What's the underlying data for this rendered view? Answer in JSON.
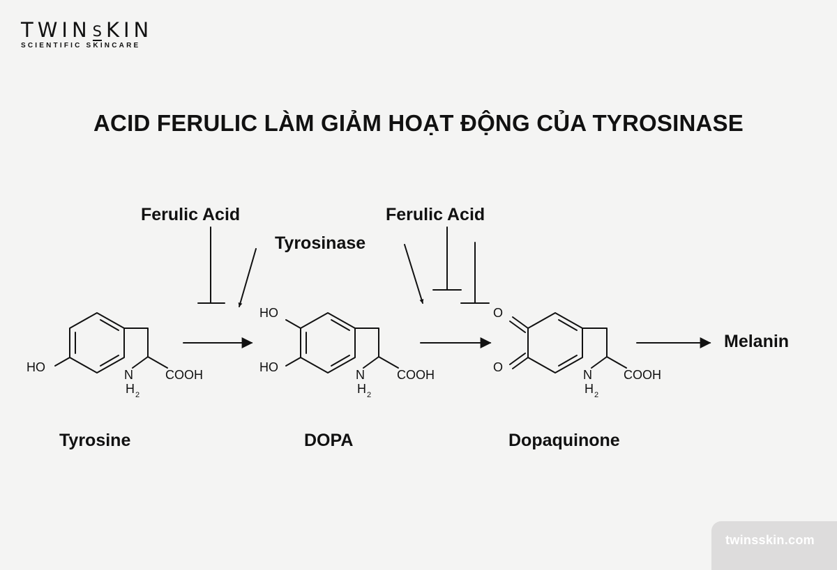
{
  "brand": {
    "name_left": "TWIN",
    "name_s": "S",
    "name_right": "KIN",
    "tagline": "SCIENTIFIC SKINCARE",
    "website": "twinsskin.com"
  },
  "title": "ACID FERULIC LÀM GIẢM HOẠT ĐỘNG CỦA TYROSINASE",
  "diagram": {
    "molecules": [
      {
        "id": "tyrosine",
        "name": "Tyrosine",
        "groups": {
          "ho": "HO",
          "n": "N",
          "h": "H",
          "sub": "2",
          "cooh": "COOH"
        }
      },
      {
        "id": "dopa",
        "name": "DOPA",
        "groups": {
          "ho1": "HO",
          "ho2": "HO",
          "n": "N",
          "h": "H",
          "sub": "2",
          "cooh": "COOH"
        }
      },
      {
        "id": "dopaquinone",
        "name": "Dopaquinone",
        "groups": {
          "o1": "O",
          "o2": "O",
          "n": "N",
          "h": "H",
          "sub": "2",
          "cooh": "COOH"
        }
      }
    ],
    "inhibitor_labels": [
      "Ferulic Acid",
      "Ferulic Acid"
    ],
    "enzyme_label": "Tyrosinase",
    "product": "Melanin"
  }
}
